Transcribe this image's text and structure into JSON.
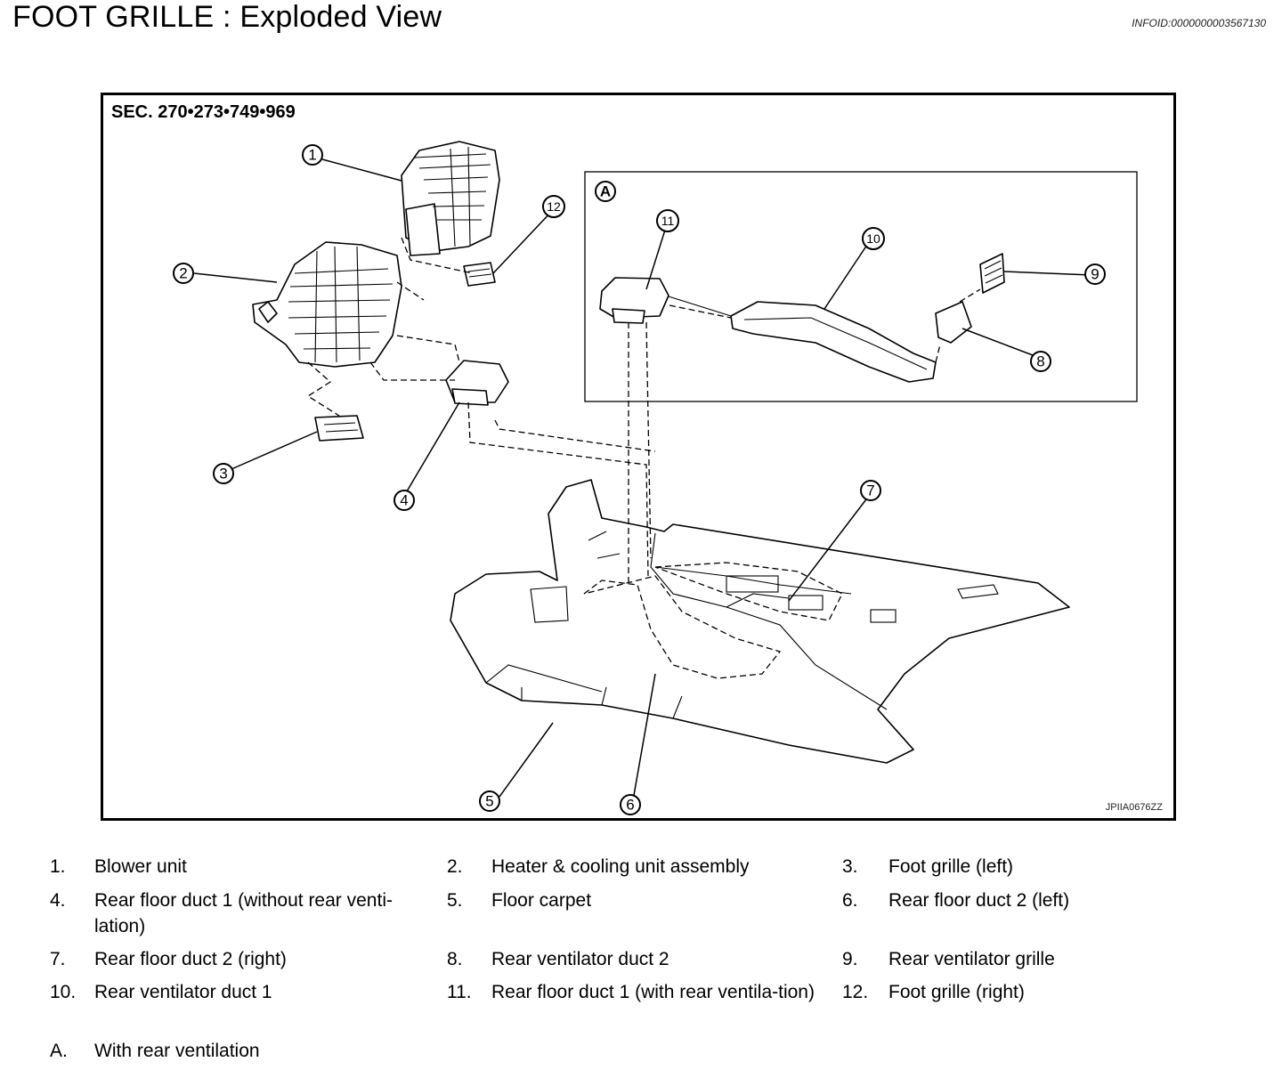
{
  "header": {
    "title": "FOOT GRILLE : Exploded View",
    "info_id": "INFOID:0000000003567130"
  },
  "figure": {
    "section_label": "SEC. 270•273•749•969",
    "figure_code": "JPIIA0676ZZ",
    "detail_box_label": "A",
    "callouts": [
      "1",
      "2",
      "3",
      "4",
      "5",
      "6",
      "7",
      "8",
      "9",
      "10",
      "11",
      "12"
    ]
  },
  "legend": [
    {
      "num": "1.",
      "text": "Blower unit"
    },
    {
      "num": "2.",
      "text": "Heater & cooling unit assembly"
    },
    {
      "num": "3.",
      "text": "Foot grille (left)"
    },
    {
      "num": "4.",
      "text": "Rear floor duct 1 (without rear venti-lation)"
    },
    {
      "num": "5.",
      "text": "Floor carpet"
    },
    {
      "num": "6.",
      "text": "Rear floor duct 2 (left)"
    },
    {
      "num": "7.",
      "text": "Rear floor duct 2 (right)"
    },
    {
      "num": "8.",
      "text": "Rear ventilator duct 2"
    },
    {
      "num": "9.",
      "text": "Rear ventilator grille"
    },
    {
      "num": "10.",
      "text": "Rear ventilator duct 1"
    },
    {
      "num": "11.",
      "text": "Rear floor duct 1 (with rear ventila-tion)"
    },
    {
      "num": "12.",
      "text": "Foot grille (right)"
    },
    {
      "num": "A.",
      "text": "With rear ventilation"
    }
  ]
}
